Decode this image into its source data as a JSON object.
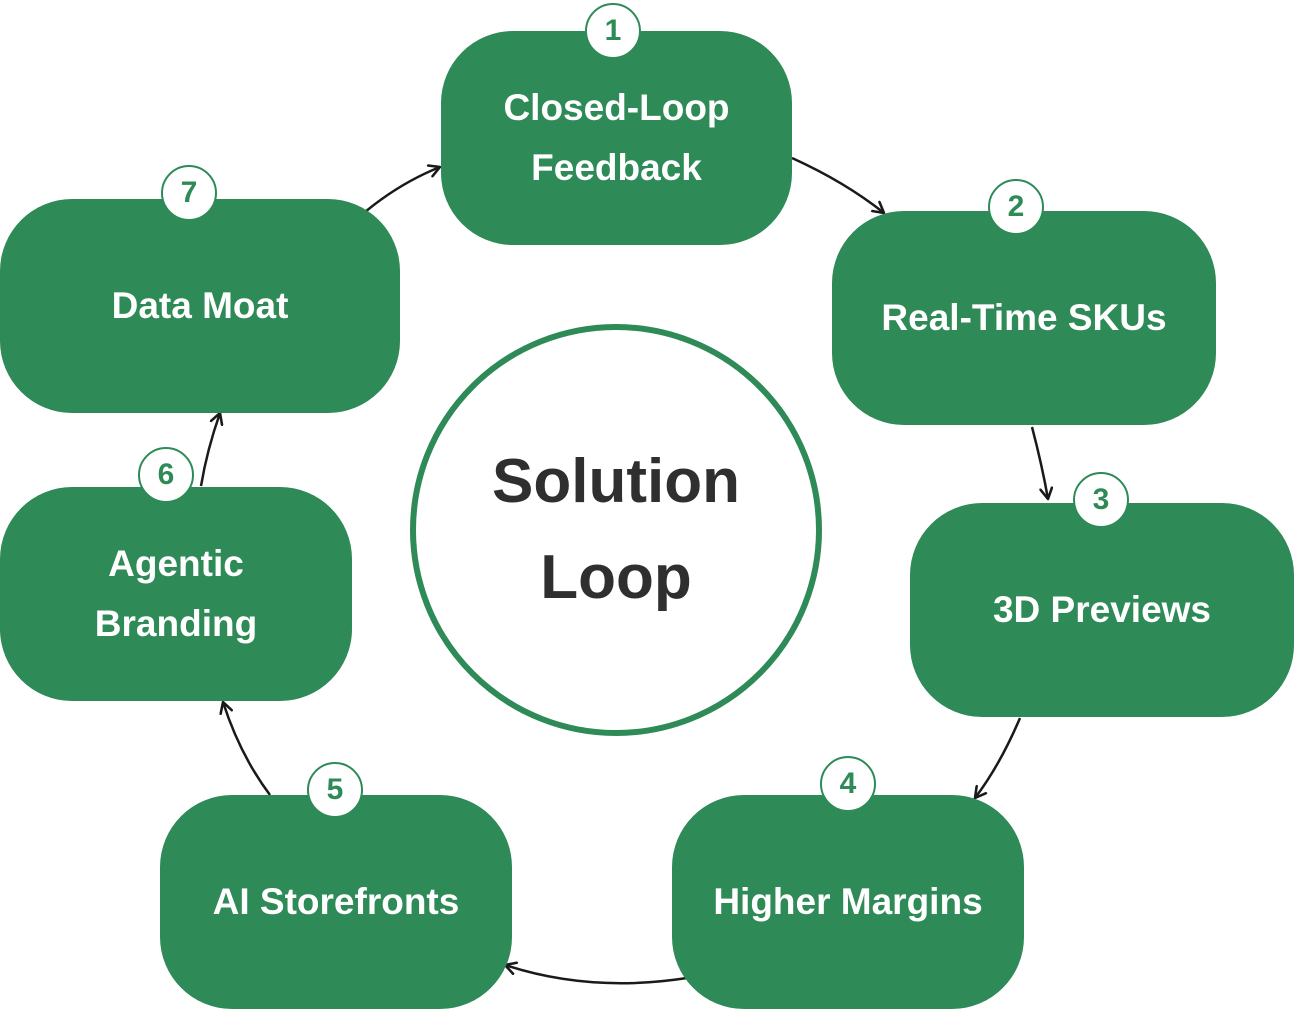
{
  "center": {
    "title": "Solution Loop"
  },
  "steps": [
    {
      "number": "1",
      "label": "Closed-Loop Feedback"
    },
    {
      "number": "2",
      "label": "Real-Time SKUs"
    },
    {
      "number": "3",
      "label": "3D Previews"
    },
    {
      "number": "4",
      "label": "Higher Margins"
    },
    {
      "number": "5",
      "label": "AI Storefronts"
    },
    {
      "number": "6",
      "label": "Agentic Branding"
    },
    {
      "number": "7",
      "label": "Data Moat"
    }
  ],
  "colors": {
    "node_fill": "#2e8a57",
    "node_text": "#ffffff",
    "badge_text": "#2e8a57",
    "center_text": "#2f2f2f",
    "arrow": "#1a1a1a"
  }
}
